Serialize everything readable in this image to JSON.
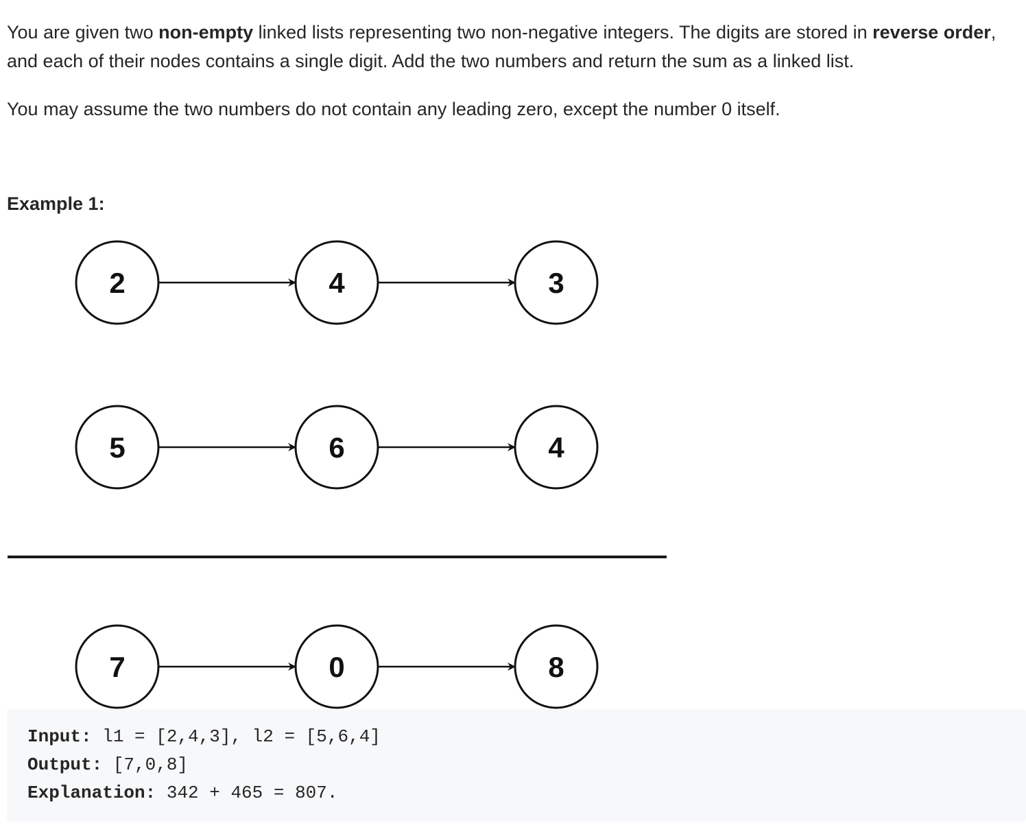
{
  "problem": {
    "p1_part1": "You are given two ",
    "p1_bold1": "non-empty",
    "p1_part2": " linked lists representing two non-negative integers. The digits are stored in ",
    "p1_bold2": "reverse order",
    "p1_part3": ", and each of their nodes contains a single digit. Add the two numbers and return the sum as a linked list.",
    "p2": "You may assume the two numbers do not contain any leading zero, except the number 0 itself."
  },
  "example": {
    "heading": "Example 1:",
    "diagram": {
      "list1": [
        "2",
        "4",
        "3"
      ],
      "list2": [
        "5",
        "6",
        "4"
      ],
      "result": [
        "7",
        "0",
        "8"
      ]
    },
    "input_label": "Input:",
    "input_value": " l1 = [2,4,3], l2 = [5,6,4]",
    "output_label": "Output:",
    "output_value": " [7,0,8]",
    "explanation_label": "Explanation:",
    "explanation_value": " 342 + 465 = 807."
  }
}
